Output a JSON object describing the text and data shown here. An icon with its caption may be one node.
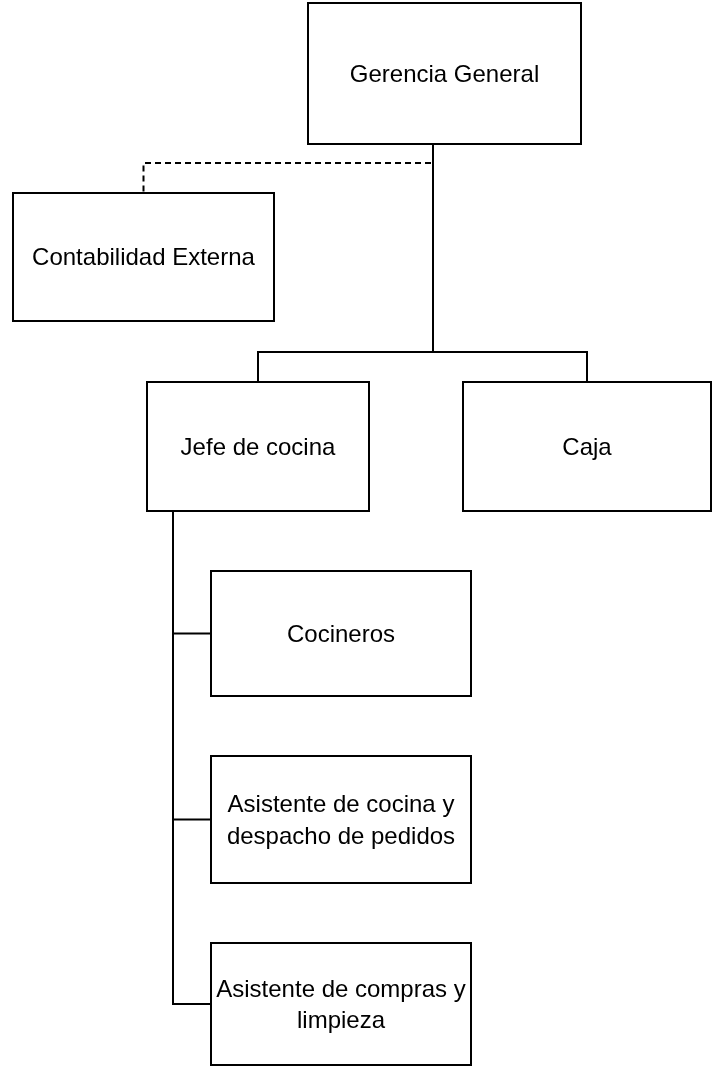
{
  "diagram": {
    "nodes": [
      {
        "text": [
          "Gerencia General"
        ]
      },
      {
        "text": [
          "Contabilidad Externa"
        ]
      },
      {
        "text": [
          "Jefe de cocina"
        ]
      },
      {
        "text": [
          "Caja"
        ]
      },
      {
        "text": [
          "Cocineros"
        ]
      },
      {
        "text": [
          "Asistente de cocina y despacho de pedidos"
        ]
      },
      {
        "text": [
          "Asistente de compras y limpieza"
        ]
      }
    ],
    "edges": [
      {
        "from": 0,
        "to": 1,
        "arrow": "none",
        "style": "dashed"
      },
      {
        "from": 0,
        "to": 2,
        "arrow": "none"
      },
      {
        "from": 0,
        "to": 3,
        "arrow": "none"
      },
      {
        "from": 2,
        "to": 4,
        "arrow": "none"
      },
      {
        "from": 2,
        "to": 5,
        "arrow": "none"
      },
      {
        "from": 2,
        "to": 6,
        "arrow": "none"
      }
    ]
  }
}
